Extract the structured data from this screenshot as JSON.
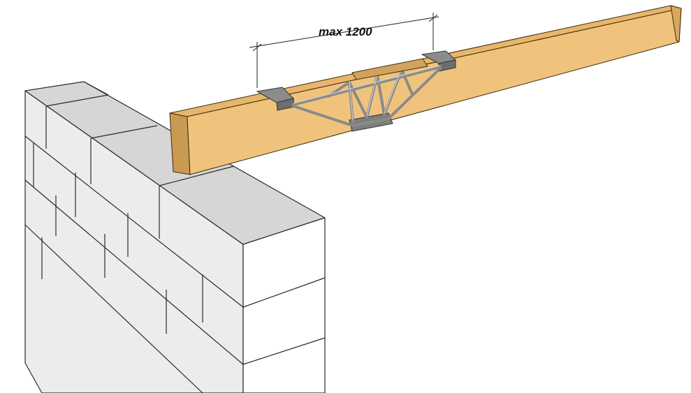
{
  "dimension": {
    "label": "max 1200"
  },
  "colors": {
    "block_top": "#d6d6d6",
    "block_side": "#ececec",
    "block_front": "#ffffff",
    "block_edge": "#2a2a2a",
    "beam_top": "#e8b66a",
    "beam_side": "#f0c37c",
    "beam_end": "#c99a52",
    "truss_metal": "#9a9a9a",
    "plate_metal": "#8c8c8c"
  },
  "parts": [
    "aerated-concrete-block-wall",
    "timber-beam",
    "steel-truss-connector",
    "steel-plates"
  ]
}
